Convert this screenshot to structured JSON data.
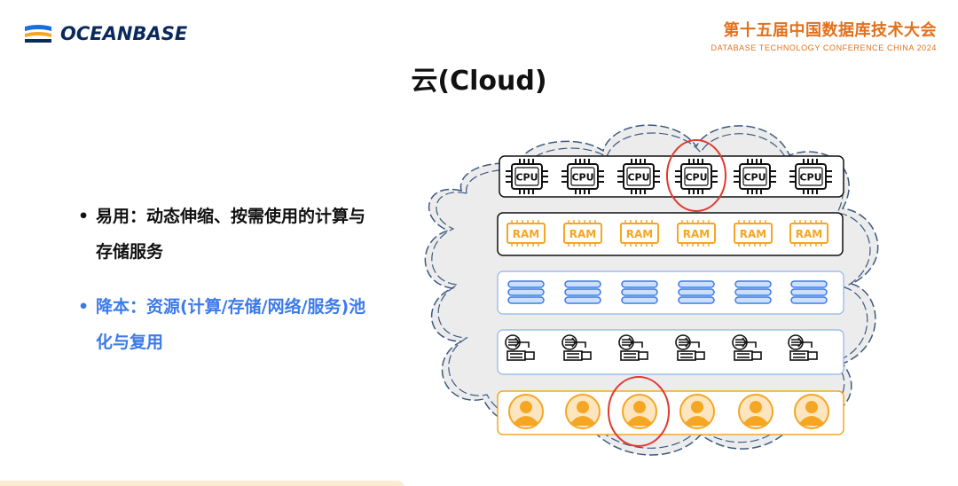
{
  "header": {
    "logo_text": "OCEANBASE",
    "conference_title": "第十五届中国数据库技术大会",
    "conference_subtitle": "DATABASE TECHNOLOGY CONFERENCE CHINA 2024"
  },
  "slide": {
    "title": "云(Cloud)",
    "bullets": [
      {
        "marker": "•",
        "text": "易用：动态伸缩、按需使用的计算与存储服务"
      },
      {
        "marker": "•",
        "text": "降本：资源(计算/存储/网络/服务)池化与复用"
      }
    ]
  },
  "diagram": {
    "cpu_label": "CPU",
    "ram_label": "RAM",
    "layers": [
      "cpu",
      "ram",
      "storage",
      "network",
      "users"
    ],
    "items_per_layer": 6
  },
  "colors": {
    "accent_orange": "#f5a623",
    "accent_blue": "#3d7be8",
    "highlight_red": "#e03a2f",
    "cloud_fill": "#ececec"
  }
}
